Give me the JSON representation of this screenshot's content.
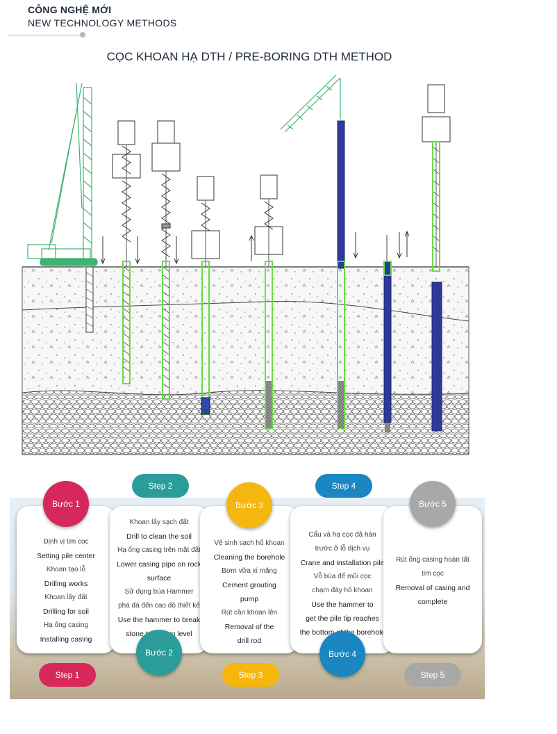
{
  "header": {
    "line1": "CÔNG NGHỆ MỚI",
    "line2": "NEW TECHNOLOGY METHODS"
  },
  "title": {
    "vi": "CỌC KHOAN HẠ DTH /",
    "en": "PRE-BORING DTH METHOD"
  },
  "colors": {
    "crane": "#3cb371",
    "casing": "#66dd44",
    "pile": "#2d3a9a",
    "ground": "#f4f4f4",
    "rock": "#d9d9d9",
    "step1": "#d6285a",
    "step2": "#2a9d9a",
    "step3": "#f5b60e",
    "step4": "#1a86c2",
    "step5": "#a8a8a8"
  },
  "steps": [
    {
      "circle": "Bước 1",
      "pill": "Step 1",
      "lines": [
        "Định vị tim cọc",
        "Setting pile center",
        "Khoan tạo lỗ",
        "Drilling works",
        "Khoan lấy đất",
        "Drilling for soil",
        "Hạ ống casing",
        "Installing casing"
      ]
    },
    {
      "circle": "Bước 2",
      "pill": "Step 2",
      "lines": [
        "Khoan lấy sạch đất",
        "Drill to clean the soil",
        "Hạ ống casing trên mặt đất",
        "Lower casing pipe on rock",
        "surface",
        "Sử dụng búa Hammer",
        "phá đá đến cao độ thiết kế",
        "Use the hammer to break",
        "stone to design level"
      ]
    },
    {
      "circle": "Bước 3",
      "pill": "Step 3",
      "lines": [
        "Vệ sinh sạch hố khoan",
        "Cleaning the borehole",
        "Bơm vữa xi măng",
        "Cement grouting",
        "pump",
        "Rút cần khoan lên",
        "Removal of the",
        "drill rod"
      ]
    },
    {
      "circle": "Bước 4",
      "pill": "Step 4",
      "lines": [
        "Cẩu và hạ cọc đã hàn",
        "trước ở lỗ dịch vụ",
        "Crane and installation pile",
        "Vỗ búa để mũi cọc",
        "chạm đáy hố khoan",
        "Use the hammer to",
        "get the pile tip reaches",
        "the bottom of the borehole"
      ]
    },
    {
      "circle": "Bước 5",
      "pill": "Step 5",
      "lines": [
        "Rút ống casing hoàn tất",
        "tim cọc",
        "Removal of casing and",
        "complete"
      ]
    }
  ]
}
